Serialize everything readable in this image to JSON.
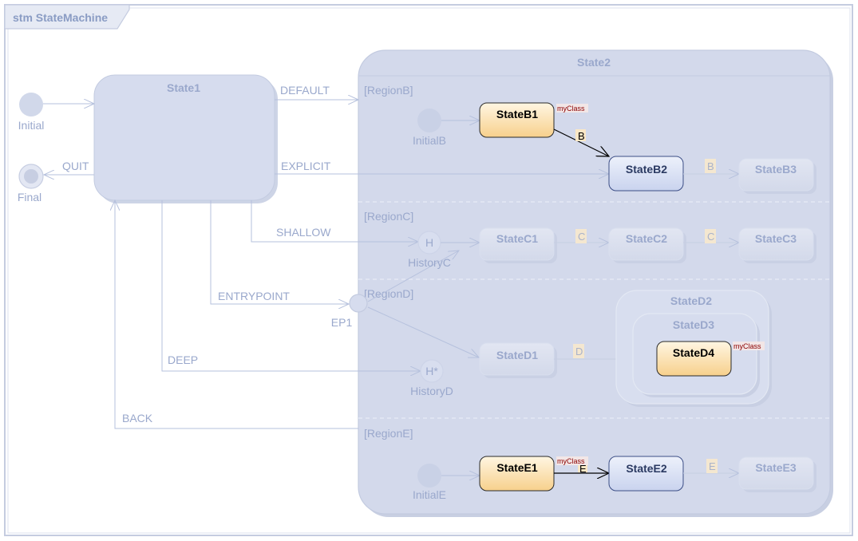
{
  "frame": {
    "title": "stm StateMachine"
  },
  "pseudo": {
    "initial": "Initial",
    "final": "Final",
    "initialB": "InitialB",
    "historyC": "HistoryC",
    "historyD": "HistoryD",
    "initialE": "InitialE",
    "ep1": "EP1",
    "history_glyph_shallow": "H",
    "history_glyph_deep": "H*"
  },
  "states": {
    "state1": "State1",
    "state2": "State2",
    "stateB1": "StateB1",
    "stateB2": "StateB2",
    "stateB3": "StateB3",
    "stateC1": "StateC1",
    "stateC2": "StateC2",
    "stateC3": "StateC3",
    "stateD1": "StateD1",
    "stateD2": "StateD2",
    "stateD3": "StateD3",
    "stateD4": "StateD4",
    "stateE1": "StateE1",
    "stateE2": "StateE2",
    "stateE3": "StateE3"
  },
  "regions": {
    "b": "[RegionB]",
    "c": "[RegionC]",
    "d": "[RegionD]",
    "e": "[RegionE]"
  },
  "transitions": {
    "default": "DEFAULT",
    "quit": "QUIT",
    "explicit": "EXPLICIT",
    "shallow": "SHALLOW",
    "entrypoint": "ENTRYPOINT",
    "deep": "DEEP",
    "back": "BACK"
  },
  "guards": {
    "b1": "B",
    "b2": "B",
    "c1": "C",
    "c2": "C",
    "d1": "D",
    "e1": "E",
    "e2": "E"
  },
  "stereotypes": {
    "b1": "myClass",
    "d4": "myClass",
    "e1": "myClass"
  },
  "colors": {
    "frame_border": "#c5cce0",
    "dim_fill": "#d6dced",
    "dim_stroke": "#c3cbe0",
    "state2_fill": "#d2d9eb",
    "active_fill_top": "#fdf0d3",
    "active_fill_bottom": "#f6d293",
    "active2_fill": "#d9e0f2",
    "line_dim": "#b6c1dd"
  }
}
